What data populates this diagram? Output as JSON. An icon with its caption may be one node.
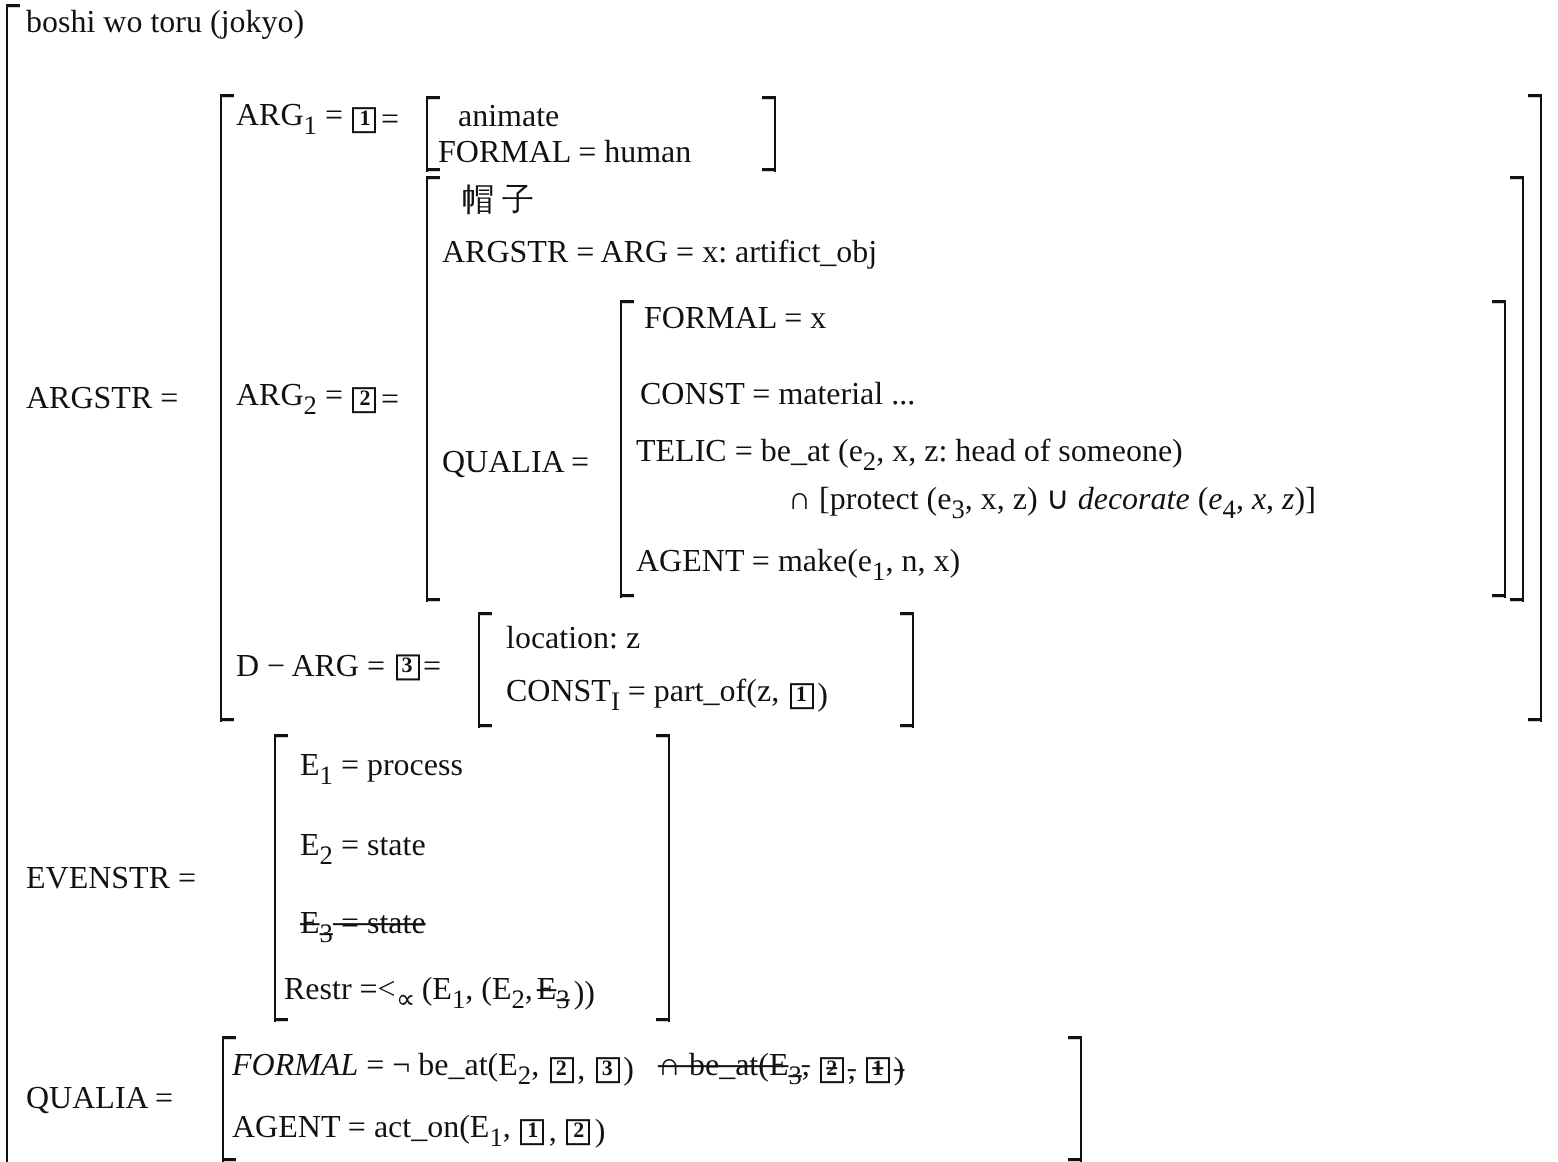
{
  "diagram": {
    "nodes": [
      {
        "text": [
          "boshi wo toru (jokyo)",
          "ARGSTR =",
          "EVENSTR =",
          "QUALIA ="
        ]
      },
      {
        "text": [
          "ARG$_{1}$ =",
          "1",
          "=",
          "ARG$_{2}$ =",
          "2",
          "=",
          "D − ARG =",
          "3",
          "="
        ],
        "in": 0
      },
      {
        "text": [
          "animate",
          "FORMAL = human"
        ],
        "in": 1
      },
      {
        "text": [
          "帽子",
          "ARGSTR = ARG = x: artifict_obj",
          "QUALIA ="
        ],
        "in": 1
      },
      {
        "text": [
          "FORMAL = x",
          "CONST = material ...",
          "TELIC = be_at (e$_{2}$, x, z: head of someone)",
          "∩ [protect (e$_{3}$, x, z) ∪ *decorate* (*e*$_{4}$, *x*, *z*)]",
          "AGENT = make(e$_{1}$, n, x)"
        ],
        "in": 3
      },
      {
        "text": [
          "location: z",
          "CONST$_{I}$ = part_of(z,",
          "1",
          ")"
        ],
        "in": 1
      },
      {
        "text": [
          "E$_{1}$ = process",
          "E$_{2}$ = state",
          "E$_{3}$ = state",
          "Restr =<$_{∝}$ (E$_{1}$, (E$_{2}$,",
          "E$_{3}$",
          "))"
        ],
        "in": 0
      },
      {
        "text": [
          "*FORMAL* = ¬ be_at(E$_{2}$,",
          "2",
          ",",
          "3",
          ")",
          "∩ be_at(E$_{3}$,",
          "2",
          ",",
          "1",
          ")",
          "AGENT = act_on(E$_{1}$,",
          "1",
          ",",
          "2",
          ")"
        ],
        "in": 0
      }
    ]
  }
}
